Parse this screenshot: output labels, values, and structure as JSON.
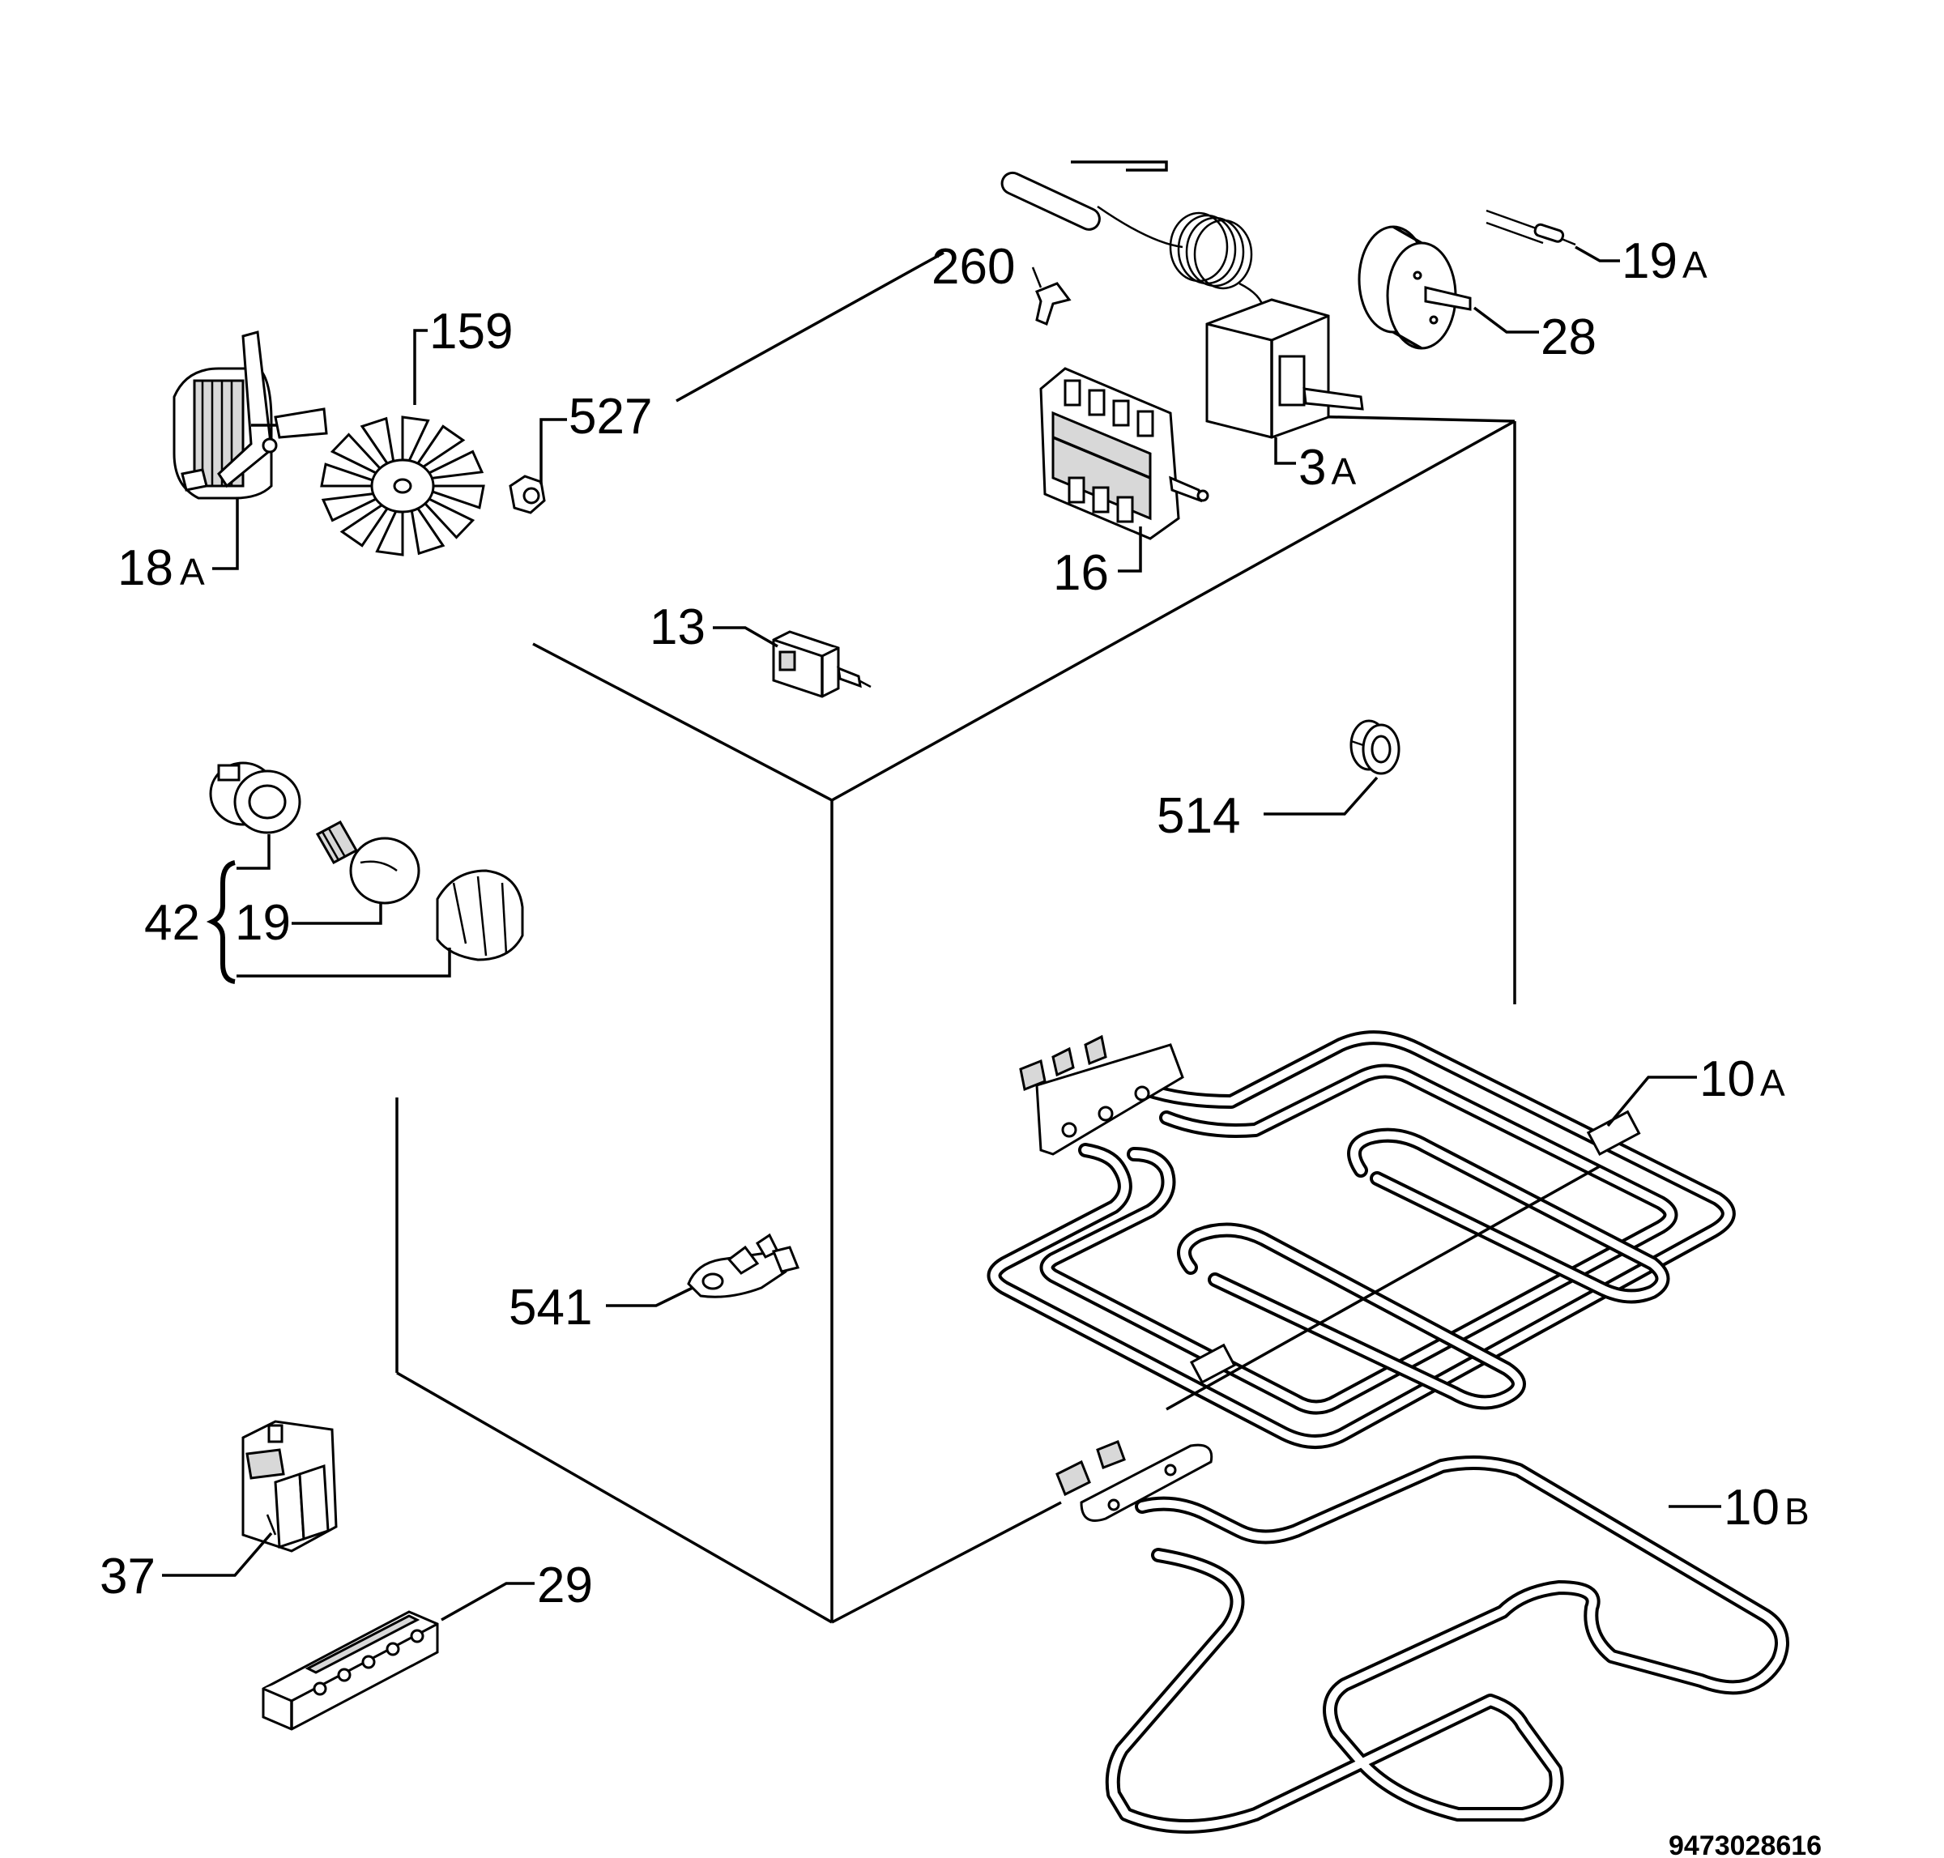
{
  "diagram": {
    "labels": {
      "p18a": "18",
      "p18a_suffix": "A",
      "p159": "159",
      "p527": "527",
      "p260": "260",
      "p3a": "3",
      "p3a_suffix": "A",
      "p16": "16",
      "p28": "28",
      "p19a": "19",
      "p19a_suffix": "A",
      "p13": "13",
      "p514": "514",
      "p42": "42",
      "p19": "19",
      "p10a": "10",
      "p10a_suffix": "A",
      "p541": "541",
      "p10b": "10",
      "p10b_suffix": "B",
      "p37": "37",
      "p29": "29"
    },
    "drawing_code": "9473028616"
  }
}
